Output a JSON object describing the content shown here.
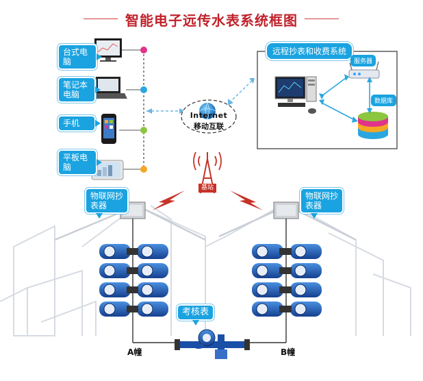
{
  "title": "智能电子远传水表系统框图",
  "devices": {
    "desktop": "台式电脑",
    "laptop": "笔记本电脑",
    "phone": "手机",
    "tablet": "平板电脑"
  },
  "network": {
    "internet": "Internet",
    "mobile": "移动互联"
  },
  "system": {
    "title": "远程抄表和收费系统",
    "server": "服务器",
    "database": "数据库"
  },
  "tower_label": "基站",
  "collector_label": "物联网抄表器",
  "check_meter_label": "考核表",
  "buildings": {
    "a": "A幢",
    "b": "B幢"
  },
  "colors": {
    "title_red": "#c0222b",
    "callout_blue": "#1aa3e0",
    "dot_pink": "#e0338a",
    "dot_blue": "#2aa7e0",
    "dot_green": "#8cc63f",
    "dot_orange": "#f5a623"
  }
}
